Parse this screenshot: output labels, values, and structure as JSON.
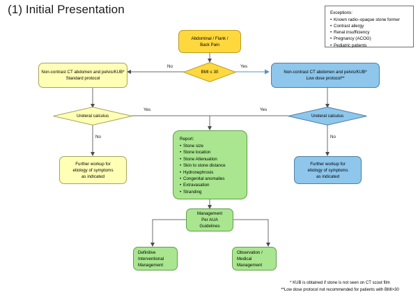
{
  "page": {
    "title": "(1) Initial Presentation",
    "background": "#ffffff"
  },
  "colors": {
    "gold": "#ffd83d",
    "yellow": "#ffffb5",
    "blue": "#8ec6ec",
    "green": "#a9e68f",
    "line": "#6b6b6b",
    "border_gold": "#b89b22",
    "border_yellow": "#a3a35c",
    "border_blue": "#4a7fa5",
    "border_green": "#5f9c4a"
  },
  "exceptions": {
    "heading": "Exceptions:",
    "items": [
      "Known radio–opaque stone former",
      "Contrast allergy",
      "Renal insufficiency",
      "Pregnancy (ACOG)",
      "Pediatric patients"
    ]
  },
  "nodes": {
    "start": {
      "label": "Abdominal / Flank /\nBack Pain",
      "shape": "rounded-rect",
      "color": "gold"
    },
    "bmi_decision": {
      "label": "BMI ≤ 30",
      "shape": "diamond",
      "color": "gold"
    },
    "ct_standard": {
      "label": "Non-contrast CT abdomen and pelvis/KUB*\nStandard protocol",
      "shape": "rounded-rect",
      "color": "yellow"
    },
    "ct_lowdose": {
      "label": "Non-contrast CT abdomen and pelvis/KUB*\nLow dose protocol**",
      "shape": "rounded-rect",
      "color": "blue"
    },
    "calculus_left": {
      "label": "Ureteral calculus",
      "shape": "diamond",
      "color": "yellow"
    },
    "calculus_right": {
      "label": "Ureteral calculus",
      "shape": "diamond",
      "color": "blue"
    },
    "workup_left": {
      "label": "Further workup for\netiology of symptoms\nas indicated",
      "shape": "rounded-rect",
      "color": "yellow"
    },
    "workup_right": {
      "label": "Further workup for\netiology of symptoms\nas indicated",
      "shape": "rounded-rect",
      "color": "blue"
    },
    "report": {
      "heading": "Report:",
      "items": [
        "Stone size",
        "Stone location",
        "Stone Attenuation",
        "Skin to stone distance",
        "Hydronephrosis",
        "Congenital anomalies",
        "Extravasation",
        "Stranding"
      ],
      "shape": "rounded-rect",
      "color": "green"
    },
    "management": {
      "label": "Management\nPer AUA\nGuidelines",
      "shape": "rounded-rect",
      "color": "green"
    },
    "definitive": {
      "label": "Definitive\nInterventional\nManagement",
      "shape": "rounded-rect",
      "color": "green"
    },
    "observation": {
      "label": "Observation /\nMedical\nManagement",
      "shape": "rounded-rect",
      "color": "green"
    }
  },
  "edge_labels": {
    "bmi_no": "No",
    "bmi_yes": "Yes",
    "calc_left_yes": "Yes",
    "calc_left_no": "No",
    "calc_right_yes": "Yes",
    "calc_right_no": "No"
  },
  "footnotes": {
    "text": "* KUB is obtained if stone is not seen on CT scout film\n**Low dose protocol not recommended  for patients with BMI>30"
  }
}
